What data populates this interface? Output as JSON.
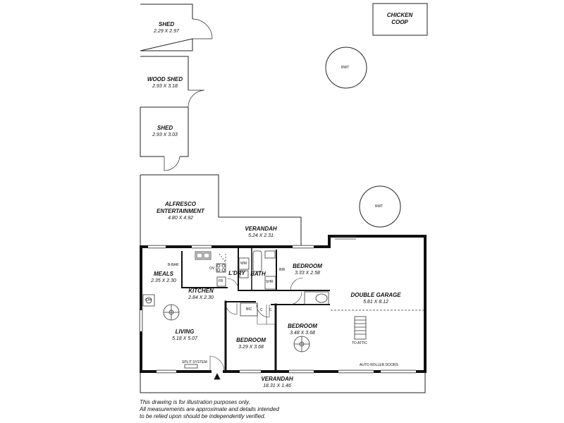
{
  "rooms": {
    "shed1": {
      "name": "SHED",
      "dims": "2.29 X 2.97"
    },
    "wood_shed": {
      "name": "WOOD SHED",
      "dims": "2.93 X 3.18"
    },
    "shed2": {
      "name": "SHED",
      "dims": "2.93 X 3.03"
    },
    "chicken_coop": {
      "line1": "CHICKEN",
      "line2": "COOP"
    },
    "alfresco": {
      "name1": "ALFRESCO",
      "name2": "ENTERTAINMENT",
      "dims": "4.80 X 4.92"
    },
    "verandah_top": {
      "name": "VERANDAH",
      "dims": "5.24 X 2.31"
    },
    "meals": {
      "name": "MEALS",
      "dims": "2.35 X 2.30"
    },
    "kitchen": {
      "name": "KITCHEN",
      "dims": "2.84 X 2.30"
    },
    "living": {
      "name": "LIVING",
      "dims": "5.18 X 5.07"
    },
    "laundry": {
      "name": "L'DRY"
    },
    "bath": {
      "name": "BATH"
    },
    "bedroom1": {
      "name": "BEDROOM",
      "dims": "3.33 X 2.58"
    },
    "bedroom2": {
      "name": "BEDROOM",
      "dims": "3.29 X 3.68"
    },
    "bedroom3": {
      "name": "BEDROOM",
      "dims": "3.48 X 3.68"
    },
    "double_garage": {
      "name": "DOUBLE GARAGE",
      "dims": "5.81 X 8.12"
    },
    "verandah_bottom": {
      "name": "VERANDAH",
      "dims": "18.31 X 1.46"
    }
  },
  "fixtures": {
    "rwt": "RWT",
    "bbar": "B-BAR",
    "ov": "OV",
    "fr": "FR",
    "wm": "WM",
    "bir": "BIR",
    "shr": "SHR",
    "bic": "BIC",
    "c": "C",
    "ch": "C/H",
    "split_system": "SPLIT SYSTEM",
    "to_attic": "TO ATTIC",
    "auto_roller_doors": "AUTO ROLLER DOORS"
  },
  "disclaimer": [
    "This drawing is for illustration purposes only.",
    "All measurements are approximate and details intended",
    "to be relied upon should be independently verified."
  ]
}
